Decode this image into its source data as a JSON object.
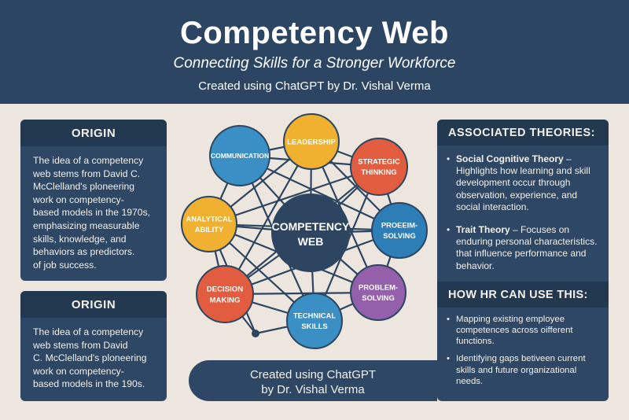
{
  "header": {
    "title": "Competency Web",
    "subtitle": "Connecting Skills for a Stronger Workforce",
    "credit": "Created using ChatGPT by Dr. Vishal Verma"
  },
  "origin_top": {
    "heading": "ORIGIN",
    "text": "The idea of a competency\nweb stems from David C.\nMcClelland's ploneering\nwork on competency-\nbased models in the 1970s,\nemphasizing measurable\nskills, knowledge, and\nbehaviors as predictors.\nof job success."
  },
  "origin_bottom": {
    "heading": "ORIGIN",
    "text": "The idea of a competency\nweb stems from David\nC. McClelland's ploneering\nwork on competency-\nbased models in the 190s."
  },
  "theories": {
    "heading": "ASSOCIATED THEORIES:",
    "items": [
      {
        "name": "Social Cognitive Theory",
        "text": " – Highlights how learning and skill development occur through observation, experience, and social interaction."
      },
      {
        "name": "Trait Theory",
        "text": " – Focuses on enduring personal characteristics. that influence performance and behavior."
      }
    ]
  },
  "hr": {
    "heading": "HOW HR CAN USE THIS:",
    "items": [
      "Mapping existing employee competences across oifferent functions.",
      "Identifying gaps betiveen current skills and future organizational needs."
    ]
  },
  "bottom_bar": {
    "line1": "Created using ChatGPT",
    "line2": "by Dr. Vishal Verma"
  },
  "web": {
    "center": {
      "line1": "COMPETENCY",
      "line2": "WEB",
      "color": "#2d4560"
    },
    "nodes": [
      {
        "id": "communication",
        "lines": [
          "COMMUNICATION"
        ],
        "color": "#3a8fc4"
      },
      {
        "id": "leadership",
        "lines": [
          "LEADERSHIP"
        ],
        "color": "#efb12f"
      },
      {
        "id": "strategic-thinking",
        "lines": [
          "STRATEGIC",
          "THINKING"
        ],
        "color": "#e25d3f"
      },
      {
        "id": "proeeim-solving",
        "lines": [
          "PROEEIM-",
          "SOLVING"
        ],
        "color": "#2d7db6"
      },
      {
        "id": "problem-solving",
        "lines": [
          "PROBLEM-",
          "SOLVING"
        ],
        "color": "#9460ac"
      },
      {
        "id": "technical-skills",
        "lines": [
          "TECHNICAL",
          "SKILLS"
        ],
        "color": "#3a8fc4"
      },
      {
        "id": "decision-making",
        "lines": [
          "DECISION",
          "MAKING"
        ],
        "color": "#e25d3f"
      },
      {
        "id": "analytical-ability",
        "lines": [
          "ANALYTICAL",
          "ABILITY"
        ],
        "color": "#efb12f"
      }
    ],
    "line_color": "#2d4560"
  }
}
